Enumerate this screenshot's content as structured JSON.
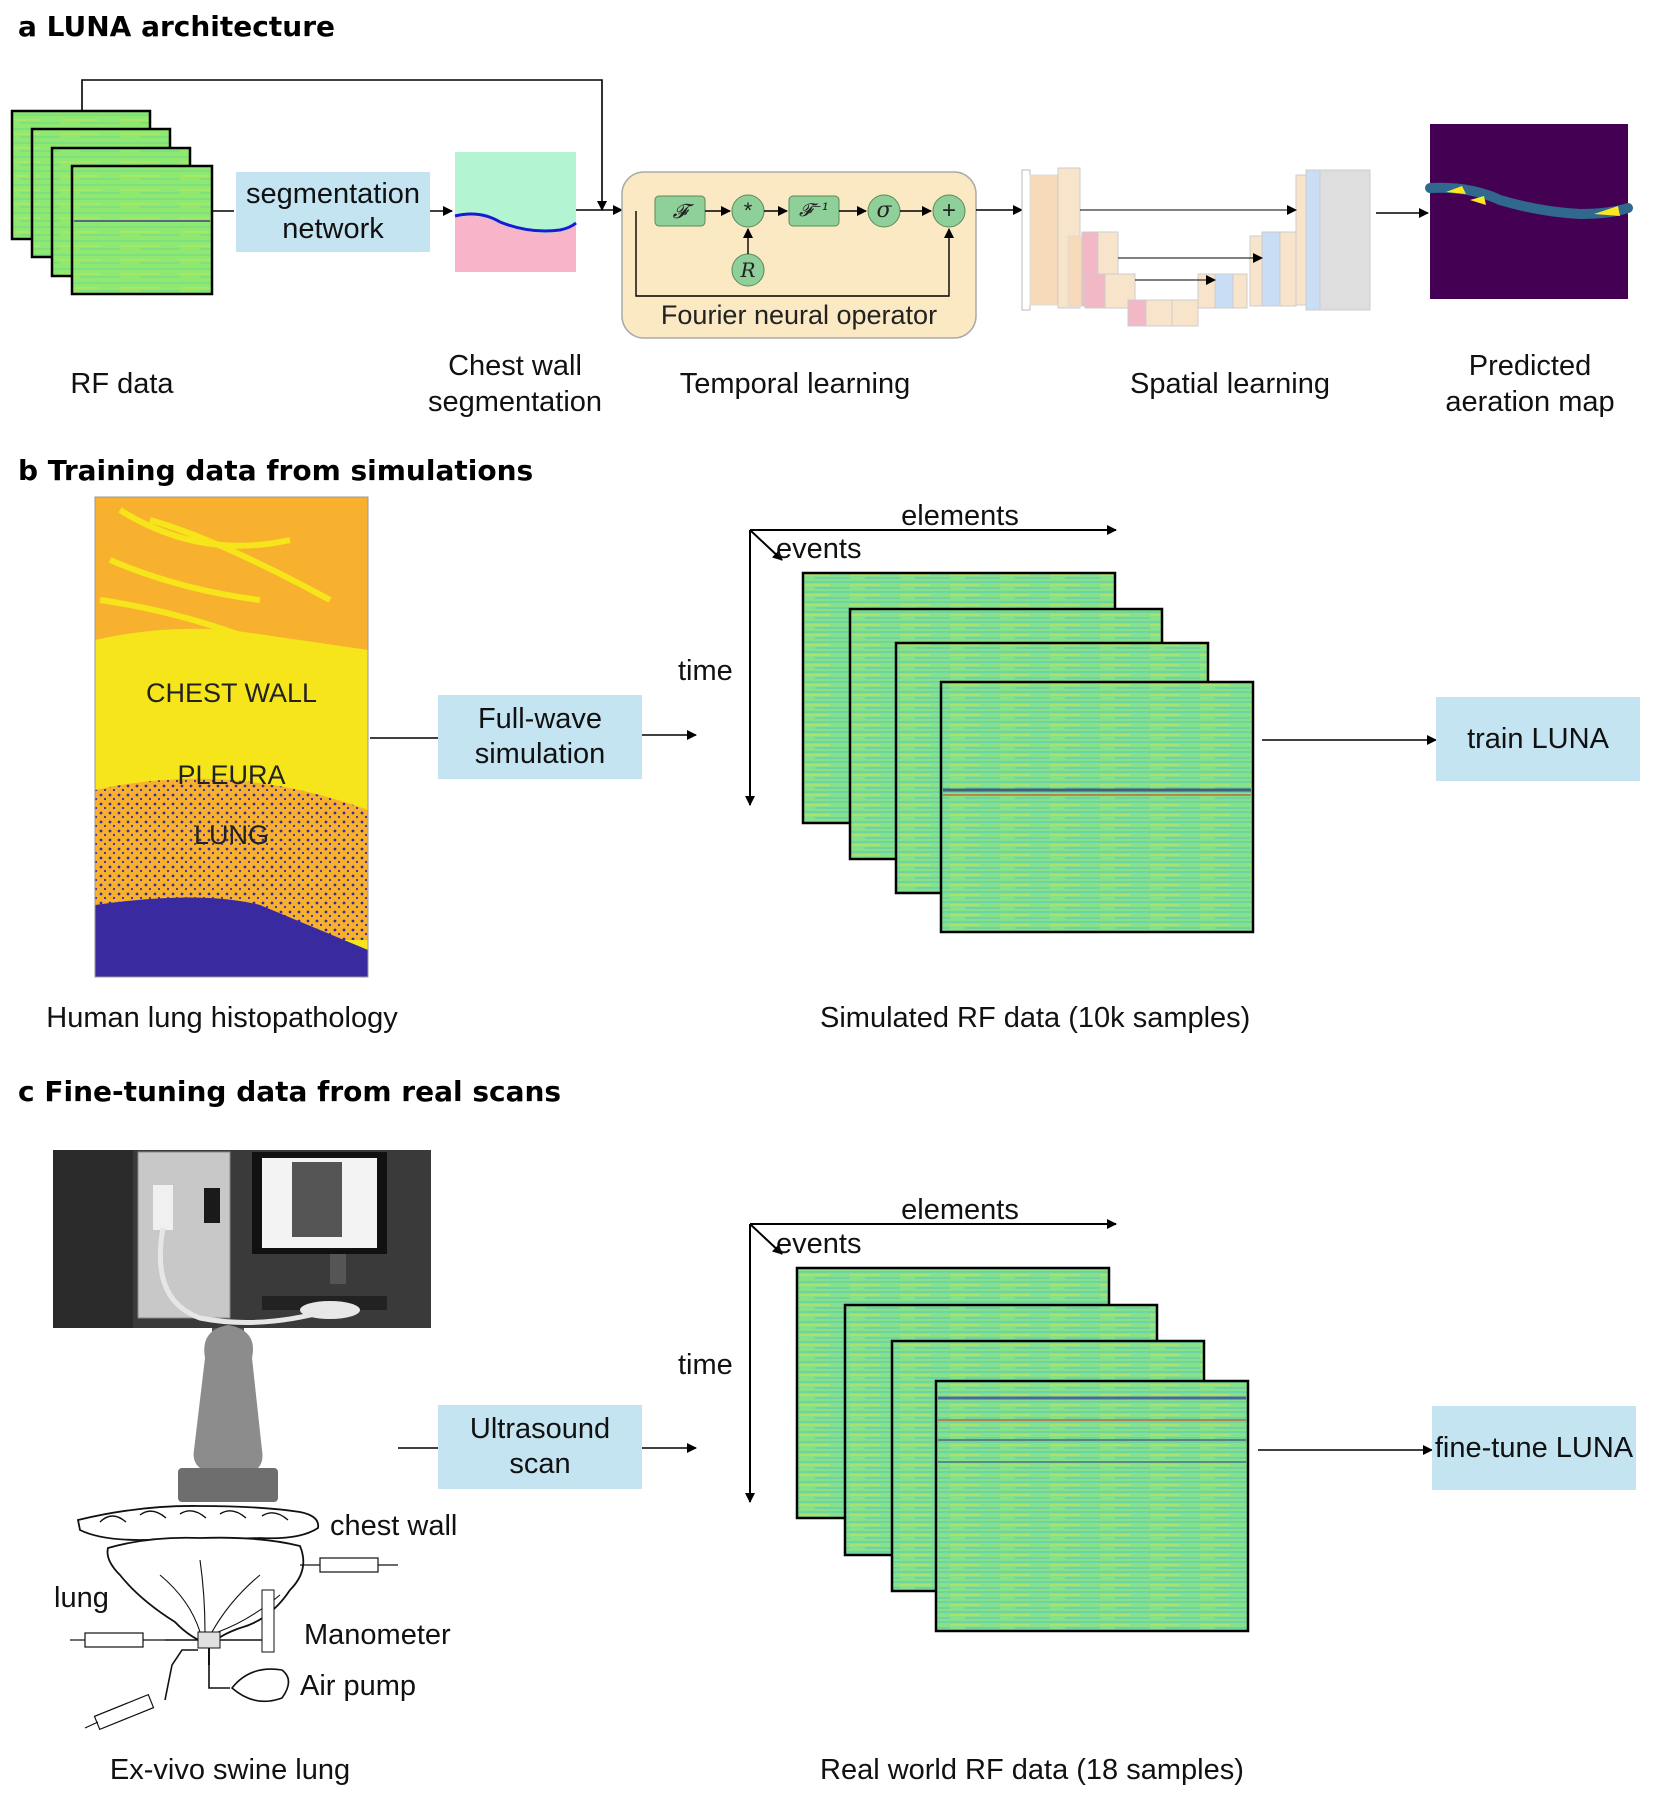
{
  "sections": {
    "a": {
      "title": "a LUNA architecture"
    },
    "b": {
      "title": "b Training data from simulations"
    },
    "c": {
      "title": "c Fine-tuning data from real scans"
    }
  },
  "panel_a": {
    "seg_box": "segmentation network",
    "fno_title": "Fourier neural operator",
    "fno_nodes": [
      "𝓕",
      "*",
      "𝓕⁻¹",
      "σ",
      "+",
      "R"
    ],
    "captions": {
      "rf": "RF data",
      "chest_wall_line1": "Chest wall",
      "chest_wall_line2": "segmentation",
      "temporal": "Temporal learning",
      "spatial": "Spatial learning",
      "pred_line1": "Predicted",
      "pred_line2": "aeration map"
    }
  },
  "panel_b": {
    "histo_labels": [
      "CHEST WALL",
      "PLEURA",
      "LUNG"
    ],
    "sim_box_line1": "Full-wave",
    "sim_box_line2": "simulation",
    "axis_elements": "elements",
    "axis_events": "events",
    "axis_time": "time",
    "train_box": "train LUNA",
    "caption_left": "Human lung histopathology",
    "caption_right": "Simulated RF data (10k samples)"
  },
  "panel_c": {
    "scan_box_line1": "Ultrasound",
    "scan_box_line2": "scan",
    "axis_elements": "elements",
    "axis_events": "events",
    "axis_time": "time",
    "finetune_box": "fine-tune LUNA",
    "labels": {
      "chest_wall": "chest wall",
      "lung": "lung",
      "manometer": "Manometer",
      "air_pump": "Air pump"
    },
    "caption_left": "Ex-vivo swine lung",
    "caption_right": "Real world RF data (18 samples)"
  },
  "colors": {
    "box_blue": "#c4e4f2",
    "rf_green": "#8fe86f",
    "fno_bg": "#fbe9c4",
    "fno_node": "#8fcf9a",
    "seg_top": "#b3f5d3",
    "seg_bottom": "#f8b4c8",
    "seg_line": "#1a1ad6",
    "aeration_bg": "#440154",
    "histo_orange": "#f8b12f",
    "histo_yellow": "#f5e51a",
    "histo_blue": "#3a2a9f"
  }
}
